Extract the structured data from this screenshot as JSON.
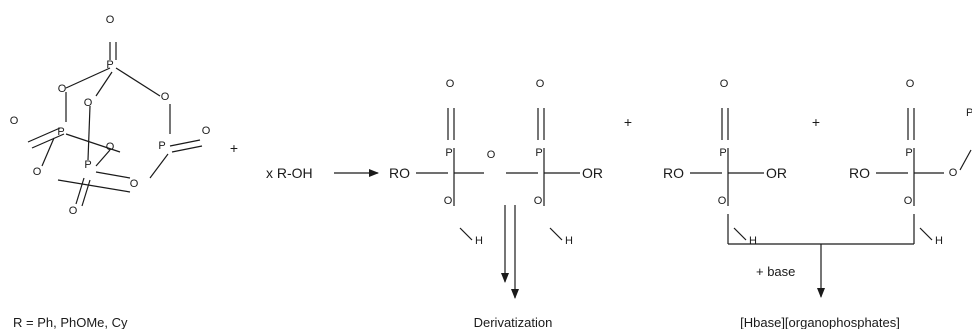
{
  "atoms": {
    "oxygen": "O",
    "phosphorus": "P",
    "hydrogen": "H"
  },
  "reagent": "x R-OH",
  "group_ro": "RO",
  "group_or": "OR",
  "plus": "+",
  "base_label": "+ base",
  "captions": {
    "r_groups": "R = Ph, PhOMe, Cy",
    "derivatization": "Derivatization",
    "salts": "[Hbase][organophosphates]"
  },
  "colors": {
    "ink": "#1a1a1a",
    "background": "#ffffff"
  }
}
